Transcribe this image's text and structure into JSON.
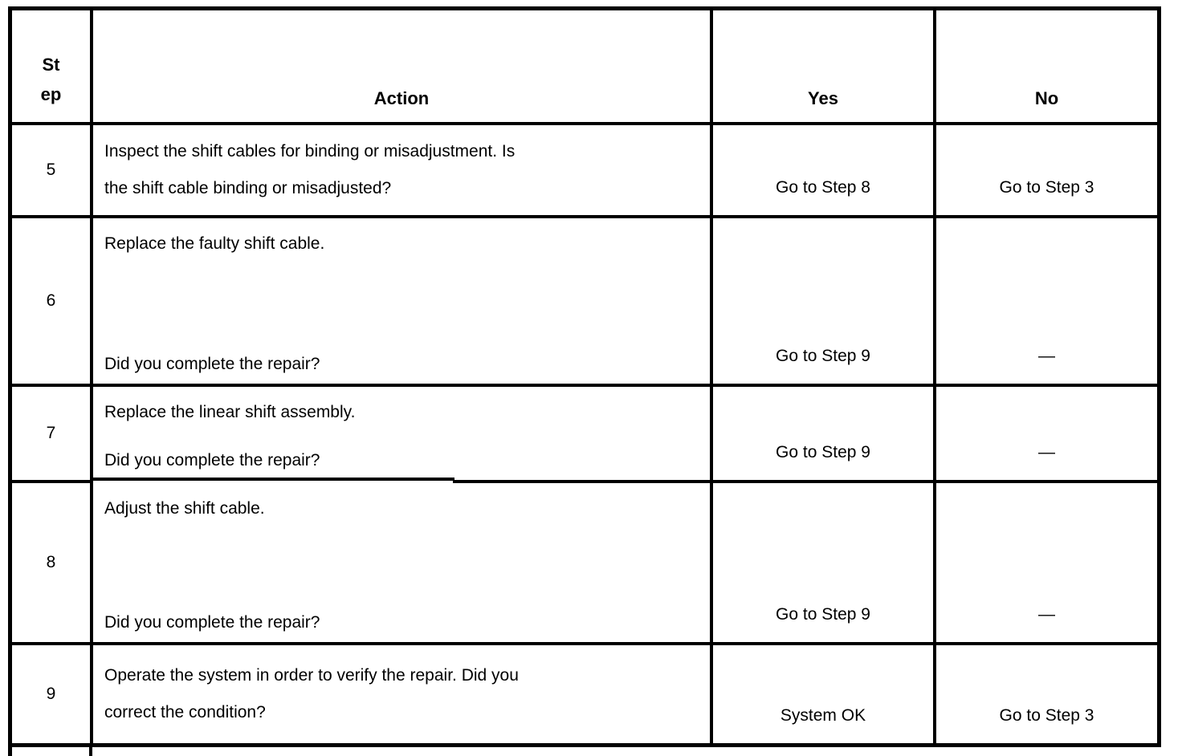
{
  "document": {
    "kind": "diagnostic-table-scan",
    "colors": {
      "border": "#000000",
      "background": "#ffffff",
      "text": "#000000"
    },
    "table": {
      "header": {
        "step_lines": [
          "St",
          "ep"
        ],
        "action": "Action",
        "yes": "Yes",
        "no": "No"
      },
      "rows": [
        {
          "step": "5",
          "action_lines": [
            "Inspect the shift cables for binding or misadjustment. Is",
            "the shift cable binding or misadjusted?"
          ],
          "yes": "Go to Step 8",
          "no": "Go to Step 3"
        },
        {
          "step": "6",
          "action_lines": [
            "Replace the faulty shift cable.",
            "Did you complete the repair?"
          ],
          "yes": "Go to Step 9",
          "no": "—"
        },
        {
          "step": "7",
          "action_lines": [
            "Replace the linear shift assembly.",
            "Did you complete the repair?"
          ],
          "yes": "Go to Step 9",
          "no": "—"
        },
        {
          "step": "8",
          "action_lines": [
            "Adjust the shift cable.",
            "Did you complete the repair?"
          ],
          "yes": "Go to Step 9",
          "no": "—"
        },
        {
          "step": "9",
          "action_lines": [
            "Operate the system in order to verify the repair. Did you",
            "correct the condition?"
          ],
          "yes": "System OK",
          "no": "Go to Step 3"
        }
      ]
    }
  }
}
